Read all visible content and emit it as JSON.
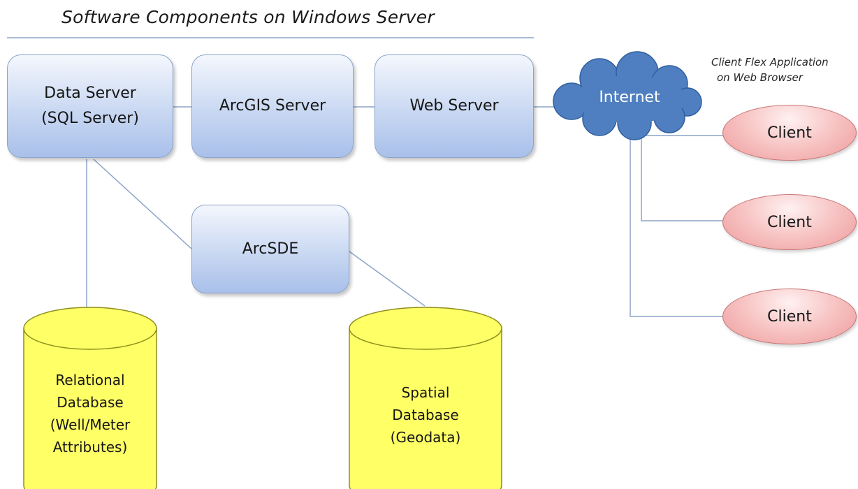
{
  "title": "Software Components on Windows Server",
  "nodes": {
    "data_server": {
      "line1": "Data Server",
      "line2": "(SQL Server)"
    },
    "arcgis_server": {
      "label": "ArcGIS Server"
    },
    "web_server": {
      "label": "Web Server"
    },
    "arcsde": {
      "label": "ArcSDE"
    },
    "internet": {
      "label": "Internet"
    }
  },
  "databases": {
    "relational": {
      "lines": [
        "Relational",
        "Database",
        "(Well/Meter",
        "Attributes)"
      ]
    },
    "spatial": {
      "lines": [
        "Spatial",
        "Database",
        "(Geodata)"
      ]
    }
  },
  "clients": {
    "caption_line1": "Client Flex Application",
    "caption_line2": "on Web Browser",
    "items": [
      {
        "label": "Client"
      },
      {
        "label": "Client"
      },
      {
        "label": "Client"
      }
    ]
  },
  "colors": {
    "server_box_fill": "#c9d8f2",
    "server_box_border": "#8aa3c9",
    "database_fill": "#ffff66",
    "database_border": "#8e8e1c",
    "client_fill": "#f8c7c7",
    "client_border": "#c87676",
    "cloud_fill": "#4f7fc0",
    "connector": "#8ea4c8"
  }
}
